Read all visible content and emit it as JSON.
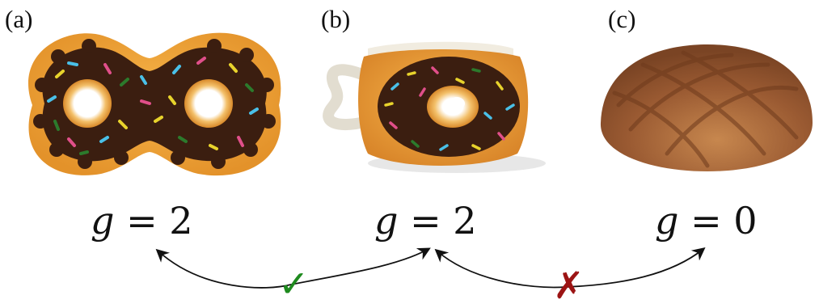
{
  "panels": [
    {
      "label": "(a)",
      "genus_var": "g",
      "genus_rel": "=",
      "genus_value": "2"
    },
    {
      "label": "(b)",
      "genus_var": "g",
      "genus_rel": "=",
      "genus_value": "2"
    },
    {
      "label": "(c)",
      "genus_var": "g",
      "genus_rel": "=",
      "genus_value": "0"
    }
  ],
  "comparisons": [
    {
      "between": [
        "(a)",
        "(b)"
      ],
      "symbol": "✓",
      "meaning": "equivalent",
      "color": "#1e8a1e"
    },
    {
      "between": [
        "(b)",
        "(c)"
      ],
      "symbol": "✗",
      "meaning": "not equivalent",
      "color": "#9c1414"
    }
  ],
  "colors": {
    "dough": "#f0a33a",
    "chocolate": "#3b1e10",
    "bun": "#9a5a32"
  }
}
